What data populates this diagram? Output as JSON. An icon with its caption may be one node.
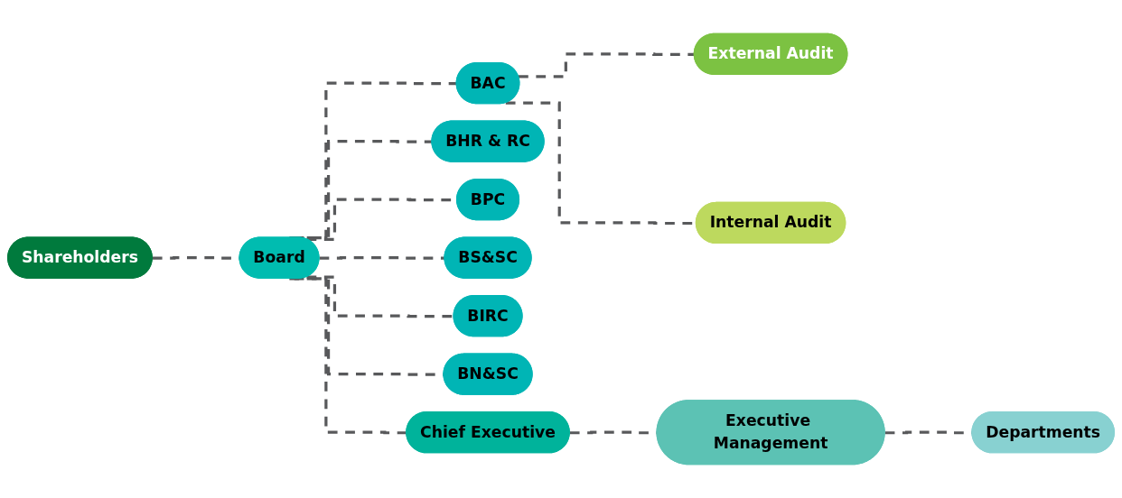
{
  "diagram": {
    "nodes": [
      {
        "text": [
          "Shareholders"
        ]
      },
      {
        "text": [
          "Board"
        ]
      },
      {
        "text": [
          "BAC"
        ]
      },
      {
        "text": [
          "BHR & RC"
        ]
      },
      {
        "text": [
          "BPC"
        ]
      },
      {
        "text": [
          "BS&SC"
        ]
      },
      {
        "text": [
          "BIRC"
        ]
      },
      {
        "text": [
          "BN&SC"
        ]
      },
      {
        "text": [
          "Chief Executive"
        ]
      },
      {
        "text": [
          "External Audit"
        ]
      },
      {
        "text": [
          "Internal Audit"
        ]
      },
      {
        "text": [
          "Executive Management"
        ]
      },
      {
        "text": [
          "Departments"
        ]
      }
    ],
    "edges": [
      {
        "from": 0,
        "to": 1,
        "arrow": "none",
        "style": "dashed"
      },
      {
        "from": 1,
        "to": 2,
        "arrow": "none",
        "style": "dashed"
      },
      {
        "from": 1,
        "to": 3,
        "arrow": "none",
        "style": "dashed"
      },
      {
        "from": 1,
        "to": 4,
        "arrow": "none",
        "style": "dashed"
      },
      {
        "from": 1,
        "to": 5,
        "arrow": "none",
        "style": "dashed"
      },
      {
        "from": 1,
        "to": 6,
        "arrow": "none",
        "style": "dashed"
      },
      {
        "from": 1,
        "to": 7,
        "arrow": "none",
        "style": "dashed"
      },
      {
        "from": 1,
        "to": 8,
        "arrow": "none",
        "style": "dashed"
      },
      {
        "from": 2,
        "to": 9,
        "arrow": "none",
        "style": "dashed"
      },
      {
        "from": 2,
        "to": 10,
        "arrow": "none",
        "style": "dashed"
      },
      {
        "from": 8,
        "to": 11,
        "arrow": "none",
        "style": "dashed"
      },
      {
        "from": 11,
        "to": 12,
        "arrow": "none",
        "style": "dashed"
      }
    ]
  }
}
